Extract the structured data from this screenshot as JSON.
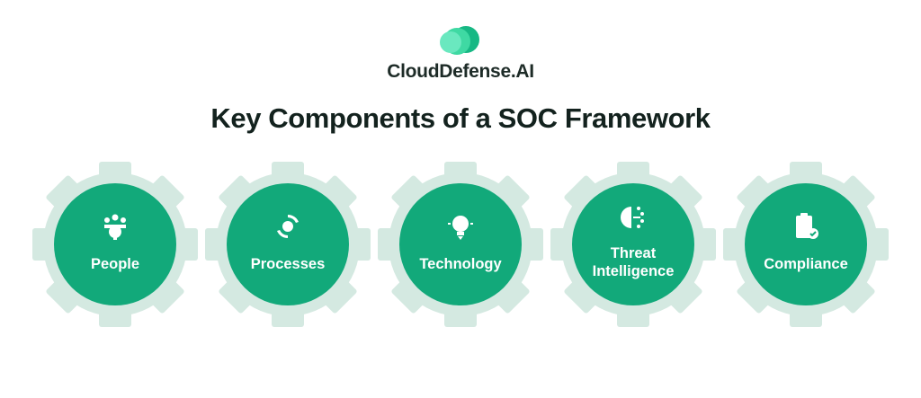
{
  "brand": {
    "name": "CloudDefense.AI"
  },
  "title": "Key Components of a SOC Framework",
  "colors": {
    "gear": "#d4e9e1",
    "circle": "#12a97a",
    "text": "#13221e"
  },
  "components": [
    {
      "label": "People",
      "icon": "people-gear-icon"
    },
    {
      "label": "Processes",
      "icon": "process-cycle-icon"
    },
    {
      "label": "Technology",
      "icon": "lightbulb-icon"
    },
    {
      "label": "Threat Intelligence",
      "icon": "gear-network-icon"
    },
    {
      "label": "Compliance",
      "icon": "clipboard-check-icon"
    }
  ]
}
